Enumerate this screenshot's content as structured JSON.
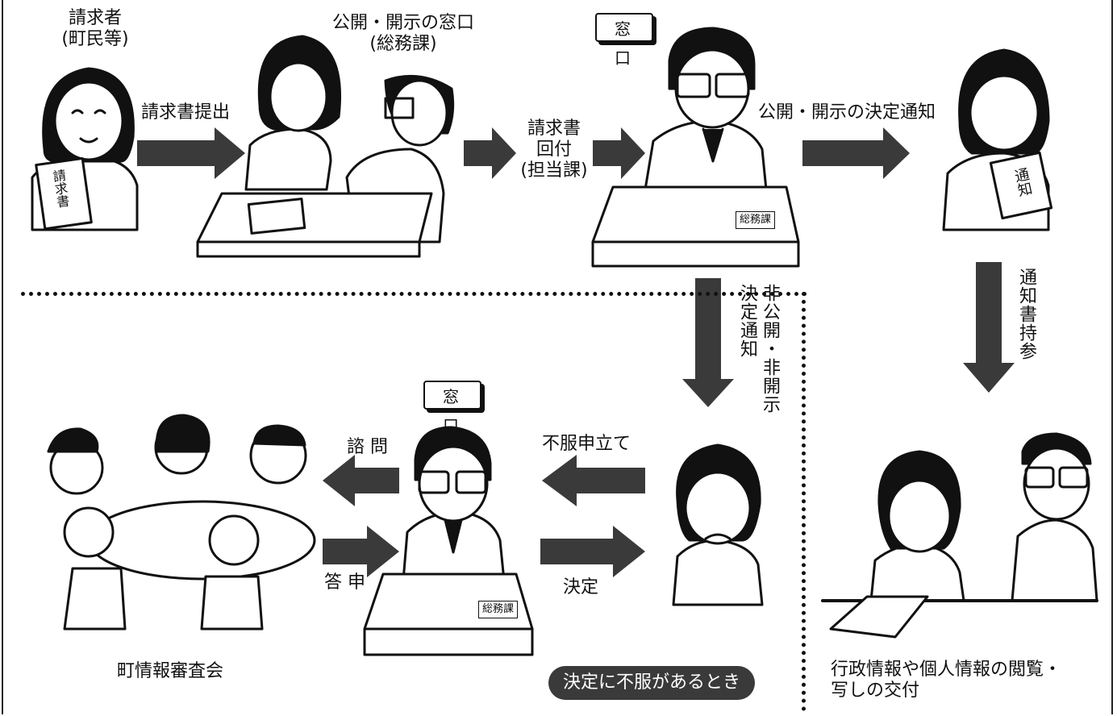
{
  "labels": {
    "requester_l1": "請求者",
    "requester_l2": "(町民等)",
    "submit": "請求書提出",
    "window_l1": "公開・開示の窓口",
    "window_l2": "(総務課)",
    "forward_l1": "請求書",
    "forward_l2": "回付",
    "forward_l3": "(担当課)",
    "madoguchi_top": "窓口",
    "madoguchi_bottom": "窓口",
    "decision_notice": "公開・開示の決定通知",
    "bring_notice": "通知書持参",
    "nondisclosure_l1": "非公開・非開示",
    "nondisclosure_l2": "決定通知",
    "appeal": "不服申立て",
    "inquiry": "諮 問",
    "report": "答 申",
    "decision": "決定",
    "council": "町情報審査会",
    "dissatisfied": "決定に不服があるとき",
    "access_l1": "行政情報や個人情報の閲覧・",
    "access_l2": "写しの交付",
    "desk_sign_1": "総務課",
    "desk_sign_2": "総務課",
    "paper_requester": "請求書",
    "paper_notice": "通知"
  },
  "colors": {
    "arrow": "#3a3a3a",
    "line": "#111111",
    "pill": "#3a3a3a"
  }
}
